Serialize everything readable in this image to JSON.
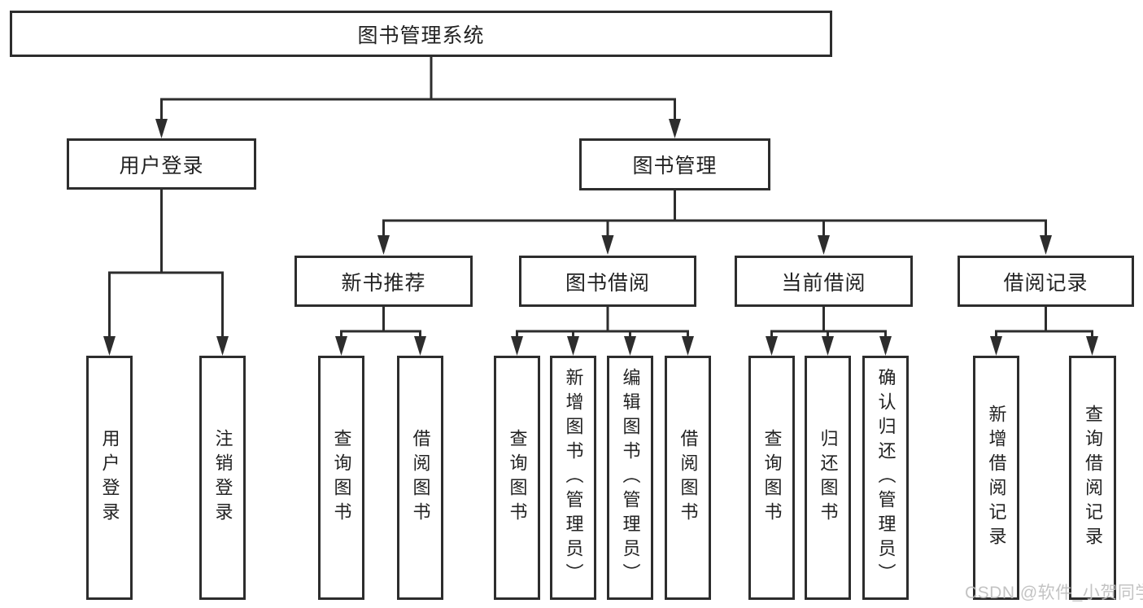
{
  "diagram": {
    "root": "图书管理系统",
    "user_login": {
      "label": "用户登录",
      "children": [
        "用户登录",
        "注销登录"
      ]
    },
    "book_management": {
      "label": "图书管理"
    },
    "modules": [
      {
        "label": "新书推荐",
        "children": [
          "查询图书",
          "借阅图书"
        ]
      },
      {
        "label": "图书借阅",
        "children": [
          "查询图书",
          "新增图书（管理员）",
          "编辑图书（管理员）",
          "借阅图书"
        ]
      },
      {
        "label": "当前借阅",
        "children": [
          "查询图书",
          "归还图书",
          "确认归还（管理员）"
        ]
      },
      {
        "label": "借阅记录",
        "children": [
          "新增借阅记录",
          "查询借阅记录"
        ]
      }
    ]
  },
  "watermark": "CSDN @软件_小贺同学",
  "colors": {
    "line": "#2d2d2d",
    "text": "#222222",
    "watermark": "#bdbdbd",
    "background": "#ffffff"
  }
}
